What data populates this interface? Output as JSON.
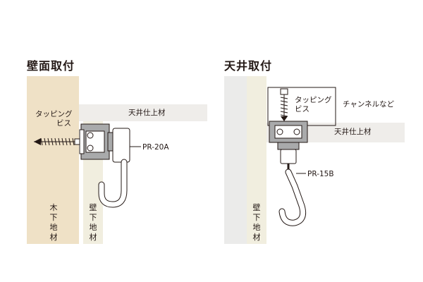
{
  "wall_mount": {
    "title": "壁面取付",
    "tapping_screw_line1": "タッピング",
    "tapping_screw_line2": "ビス",
    "ceiling_finish": "天井仕上材",
    "model": "PR-20A",
    "wood_base": "木下地材",
    "wall_base": "壁下地材"
  },
  "ceiling_mount": {
    "title": "天井取付",
    "tapping_screw_line1": "タッピング",
    "tapping_screw_line2": "ビス",
    "channel": "チャンネルなど",
    "ceiling_finish": "天井仕上材",
    "model": "PR-15B",
    "wall_base": "壁下地材"
  },
  "colors": {
    "wood": "#efe1c6",
    "wall_base": "#f1eedf",
    "ceiling_finish": "#efedea",
    "wall_gray": "#ebebea",
    "rail": "#a9aaab",
    "line": "#231815"
  }
}
